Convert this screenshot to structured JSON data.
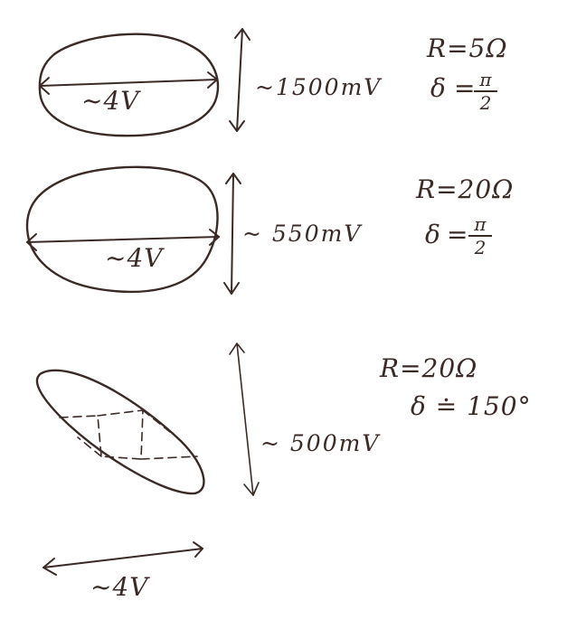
{
  "diagrams": [
    {
      "horizontal_label": "~4V",
      "vertical_label": "~1500mV",
      "resistance": "R=5Ω",
      "phase_symbol": "δ",
      "phase_relation": "=",
      "phase_numerator": "π",
      "phase_denominator": "2"
    },
    {
      "horizontal_label": "~4V",
      "vertical_label": "~ 550mV",
      "resistance": "R=20Ω",
      "phase_symbol": "δ",
      "phase_relation": "=",
      "phase_numerator": "π",
      "phase_denominator": "2"
    },
    {
      "horizontal_label": "~4V",
      "vertical_label": "~ 500mV",
      "resistance": "R=20Ω",
      "phase": "δ ≐ 150°"
    }
  ],
  "ink_color": "#3a2a26"
}
